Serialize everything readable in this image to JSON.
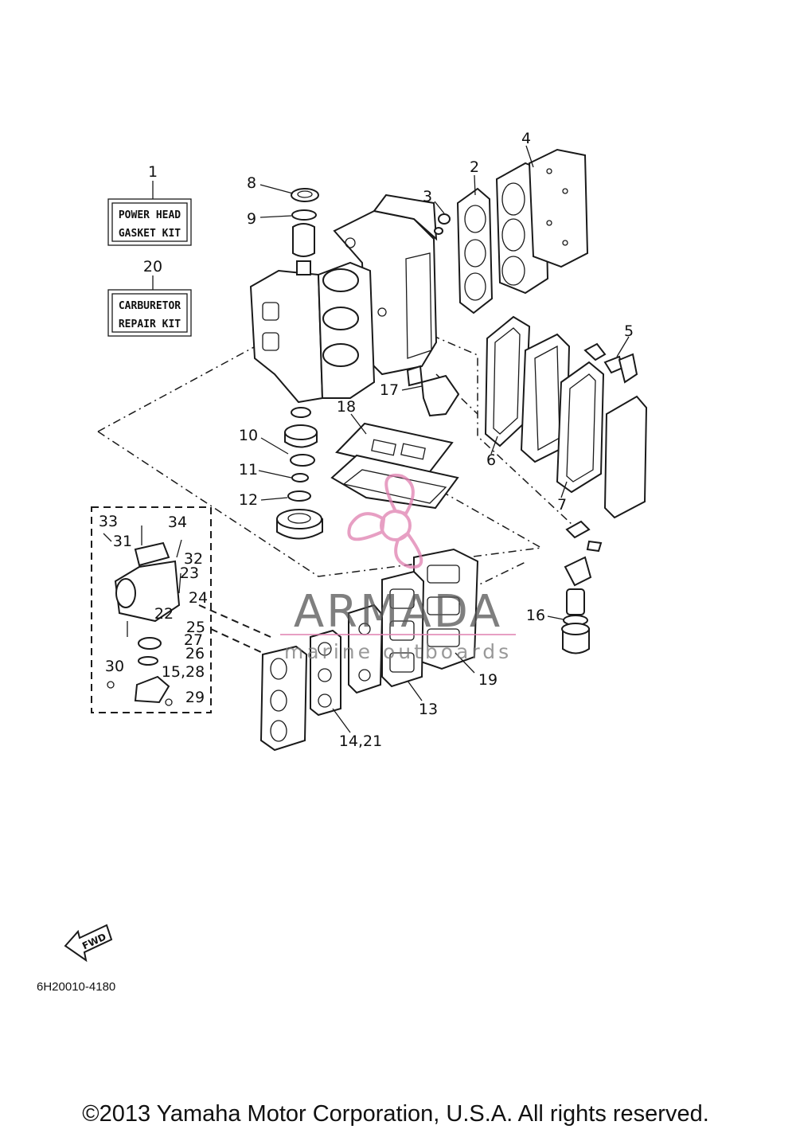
{
  "kits": {
    "k1": {
      "number": "1",
      "line1": "POWER HEAD",
      "line2": "GASKET KIT"
    },
    "k20": {
      "number": "20",
      "line1": "CARBURETOR",
      "line2": "REPAIR KIT"
    }
  },
  "callouts": {
    "c2": "2",
    "c3": "3",
    "c4": "4",
    "c5": "5",
    "c6": "6",
    "c7": "7",
    "c8": "8",
    "c9": "9",
    "c10": "10",
    "c11": "11",
    "c12": "12",
    "c13": "13",
    "c14_21": "14,21",
    "c15_28": "15,28",
    "c16": "16",
    "c17": "17",
    "c18": "18",
    "c19": "19",
    "c22": "22",
    "c23": "23",
    "c24": "24",
    "c25": "25",
    "c26": "26",
    "c27": "27",
    "c29": "29",
    "c30": "30",
    "c31": "31",
    "c32": "32",
    "c33": "33",
    "c34": "34"
  },
  "fwd_label": "FWD",
  "diagram_code": "6H20010-4180",
  "copyright": "©2013 Yamaha Motor Corporation, U.S.A. All rights reserved.",
  "watermark": {
    "name": "ARMADA",
    "tagline": "marine outboards",
    "color": "#e07fb0"
  }
}
